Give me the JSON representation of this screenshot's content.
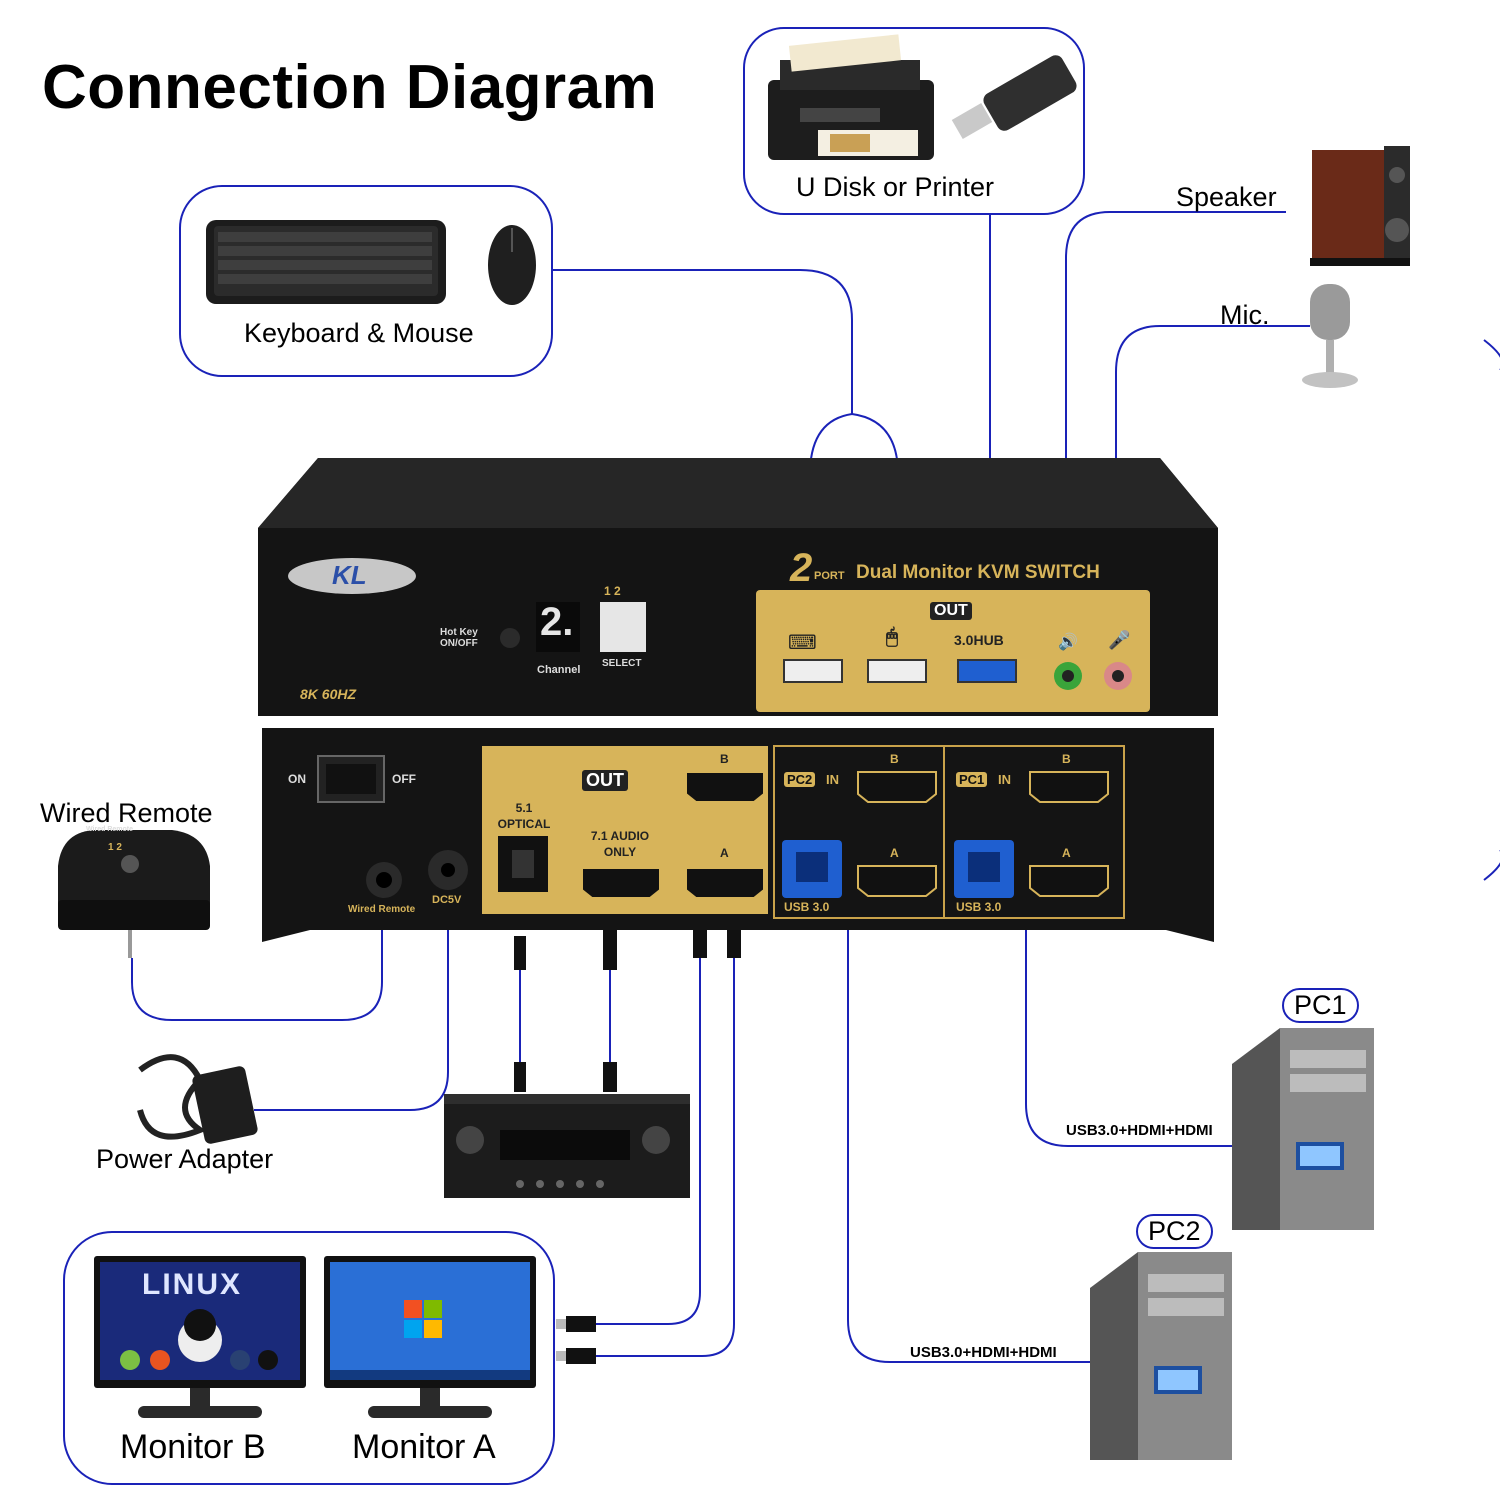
{
  "title": "Connection Diagram",
  "peripherals": {
    "usb_device": "U Disk or Printer",
    "keyboard_mouse": "Keyboard & Mouse",
    "speaker": "Speaker",
    "mic": "Mic.",
    "wired_remote": "Wired Remote",
    "power_adapter": "Power Adapter",
    "monitor_b": "Monitor B",
    "monitor_a": "Monitor A",
    "pc1": "PC1",
    "pc2": "PC2",
    "pc1_cable": "USB3.0+HDMI+HDMI",
    "pc2_cable": "USB3.0+HDMI+HDMI",
    "linux_text": "LINUX"
  },
  "device": {
    "brand": "KL",
    "product_ports": "2",
    "product_port_word": "PORT",
    "product_name": "Dual Monitor KVM SWITCH",
    "resolution": "8K 60HZ",
    "hotkey_label": "Hot Key ON/OFF",
    "channel_digit": "2.",
    "channel_label": "Channel",
    "select_numbers": "1 2",
    "select_label": "SELECT",
    "front_out_label": "OUT",
    "hub_label": "3.0HUB",
    "power_on": "ON",
    "power_off": "OFF",
    "rear_out_label": "OUT",
    "optical_label": "5.1 OPTICAL",
    "audio_only_label": "7.1 AUDIO ONLY",
    "port_b": "B",
    "port_a": "A",
    "pc2_in": "PC2",
    "pc1_in": "PC1",
    "in_word": "IN",
    "usb30": "USB 3.0",
    "wired_remote_port": "Wired Remote",
    "dc_label": "DC5V",
    "remote_top_text": "Wired Remote",
    "remote_buttons": "1 2"
  },
  "colors": {
    "line": "#1a22b8",
    "device_body": "#141414",
    "gold_panel": "#d7b45a",
    "usb3_blue": "#1f5fd0"
  }
}
